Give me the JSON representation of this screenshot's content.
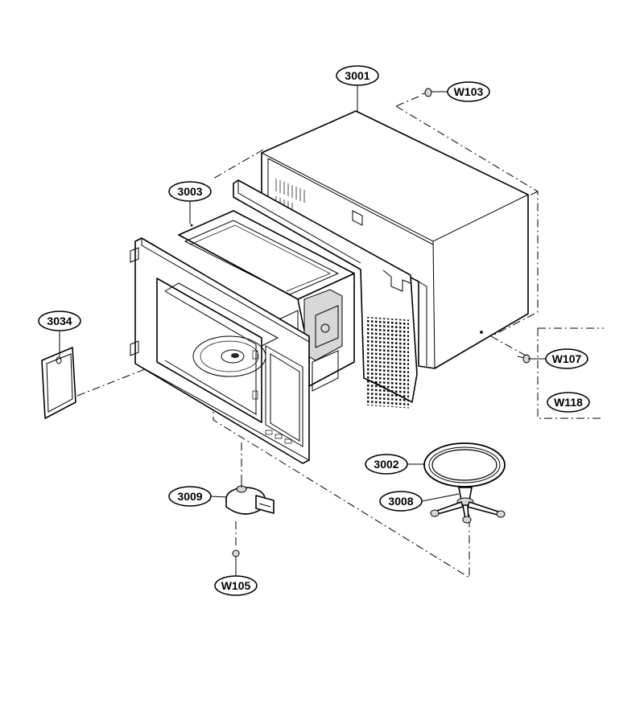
{
  "callouts": {
    "c3001": "3001",
    "cW103": "W103",
    "c3003": "3003",
    "c3034": "3034",
    "cW107": "W107",
    "cW118": "W118",
    "c3002": "3002",
    "c3008": "3008",
    "c3009": "3009",
    "cW105": "W105"
  }
}
